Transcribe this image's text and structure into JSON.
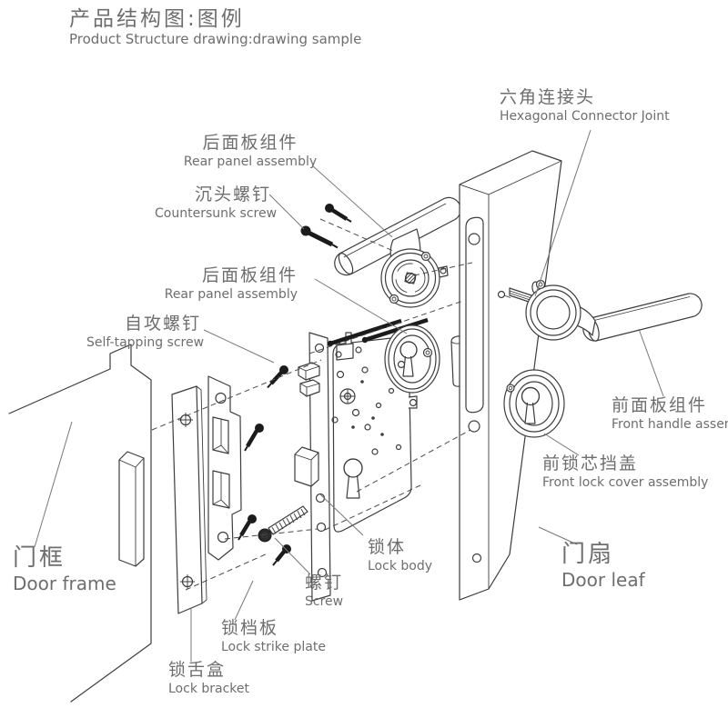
{
  "title": {
    "zh": "产品结构图:图例",
    "en": "Product Structure drawing:drawing sample"
  },
  "labels": {
    "hex": {
      "zh": "六角连接头",
      "en": "Hexagonal Connector Joint"
    },
    "rear1": {
      "zh": "后面板组件",
      "en": "Rear panel assembly"
    },
    "countersunk": {
      "zh": "沉头螺钉",
      "en": "Countersunk screw"
    },
    "rear2": {
      "zh": "后面板组件",
      "en": "Rear panel assembly"
    },
    "selftap": {
      "zh": "自攻螺钉",
      "en": "Self-tapping screw"
    },
    "front_handle": {
      "zh": "前面板组件",
      "en": "Front handle assembly"
    },
    "front_cover": {
      "zh": "前锁芯挡盖",
      "en": "Front lock cover assembly"
    },
    "lock_body": {
      "zh": "锁体",
      "en": "Lock body"
    },
    "screw": {
      "zh": "螺钉",
      "en": "Screw"
    },
    "strike": {
      "zh": "锁档板",
      "en": "Lock strike plate"
    },
    "bracket": {
      "zh": "锁舌盒",
      "en": "Lock bracket"
    },
    "door_frame": {
      "zh": "门框",
      "en": "Door frame"
    },
    "door_leaf": {
      "zh": "门扇",
      "en": "Door leaf"
    }
  },
  "colors": {
    "background": "#ffffff",
    "line": "#3d3d3d",
    "text": "#6e6e6e",
    "screw_fill": "#1b1b1b",
    "dash_line": "#4a4a4a"
  }
}
